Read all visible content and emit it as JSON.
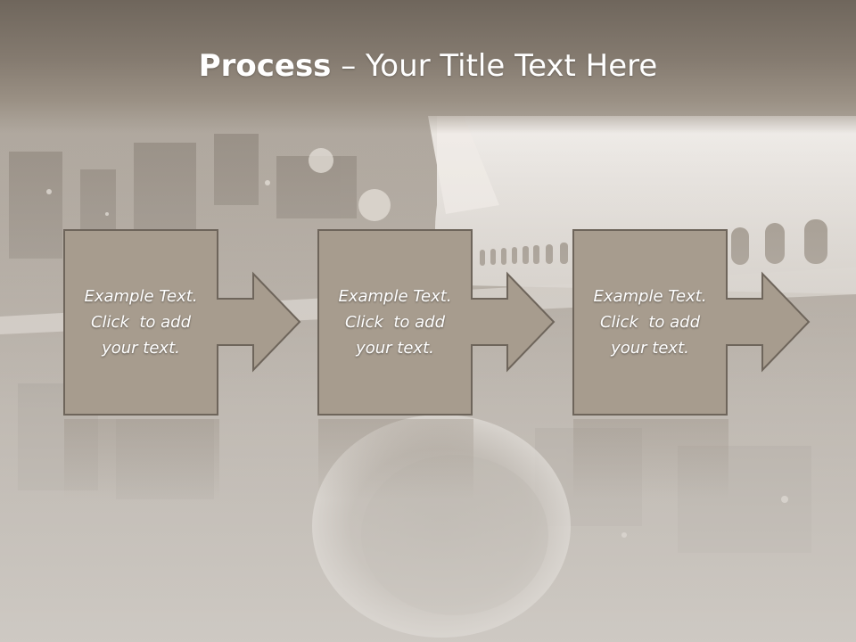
{
  "slide": {
    "title_bold": "Process",
    "title_rest": " – Your Title Text Here"
  },
  "steps": [
    {
      "line1": "Example Text.",
      "line2": "Click  to add",
      "line3": "your text."
    },
    {
      "line1": "Example Text.",
      "line2": "Click  to add",
      "line3": "your text."
    },
    {
      "line1": "Example Text.",
      "line2": "Click  to add",
      "line3": "your text."
    }
  ],
  "colors": {
    "arrow_fill": "#a79c8e",
    "arrow_stroke": "#6e655b",
    "title_band": "#7f7569",
    "text": "#ffffff"
  }
}
